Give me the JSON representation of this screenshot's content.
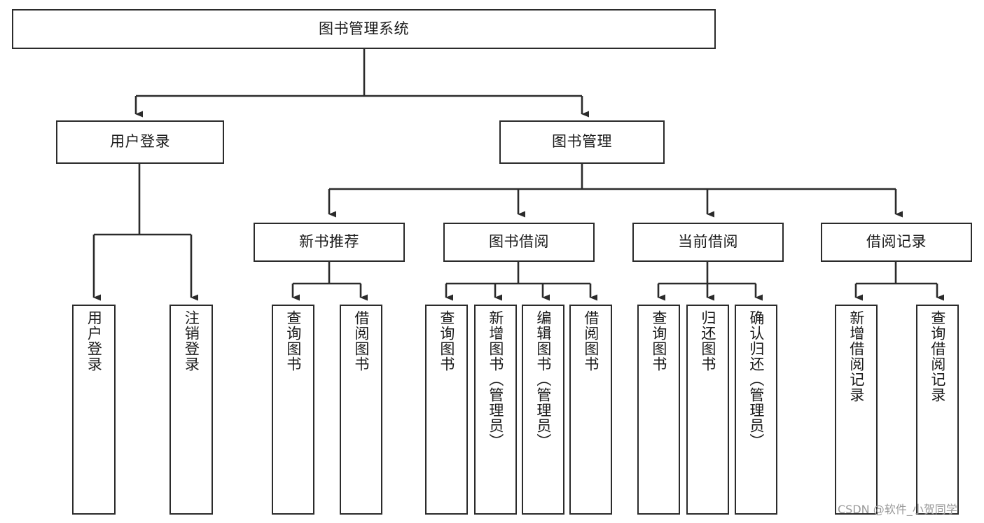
{
  "diagram": {
    "type": "tree-hierarchy-chart",
    "title": "图书管理系统",
    "orientation": "top-down",
    "colors": {
      "box_border": "#2b2b2b",
      "box_fill": "#ffffff",
      "edge": "#2b2b2b",
      "text": "#1a1a1a",
      "watermark": "#9a9a9a",
      "background": "#ffffff"
    }
  },
  "root": {
    "label": "图书管理系统"
  },
  "level2": [
    {
      "label": "用户登录"
    },
    {
      "label": "图书管理"
    }
  ],
  "level3": [
    {
      "label": "新书推荐"
    },
    {
      "label": "图书借阅"
    },
    {
      "label": "当前借阅"
    },
    {
      "label": "借阅记录"
    }
  ],
  "leaves": {
    "user_login": [
      {
        "label": "用户登录"
      },
      {
        "label": "注销登录"
      }
    ],
    "new_book_recommend": [
      {
        "label": "查询图书"
      },
      {
        "label": "借阅图书"
      }
    ],
    "book_borrow": [
      {
        "label": "查询图书"
      },
      {
        "label": "新增图书（管理员）"
      },
      {
        "label": "编辑图书（管理员）"
      },
      {
        "label": "借阅图书"
      }
    ],
    "current_borrow": [
      {
        "label": "查询图书"
      },
      {
        "label": "归还图书"
      },
      {
        "label": "确认归还（管理员）"
      }
    ],
    "borrow_record": [
      {
        "label": "新增借阅记录"
      },
      {
        "label": "查询借阅记录"
      }
    ]
  },
  "watermark": {
    "text": "CSDN @软件_小贺同学"
  }
}
